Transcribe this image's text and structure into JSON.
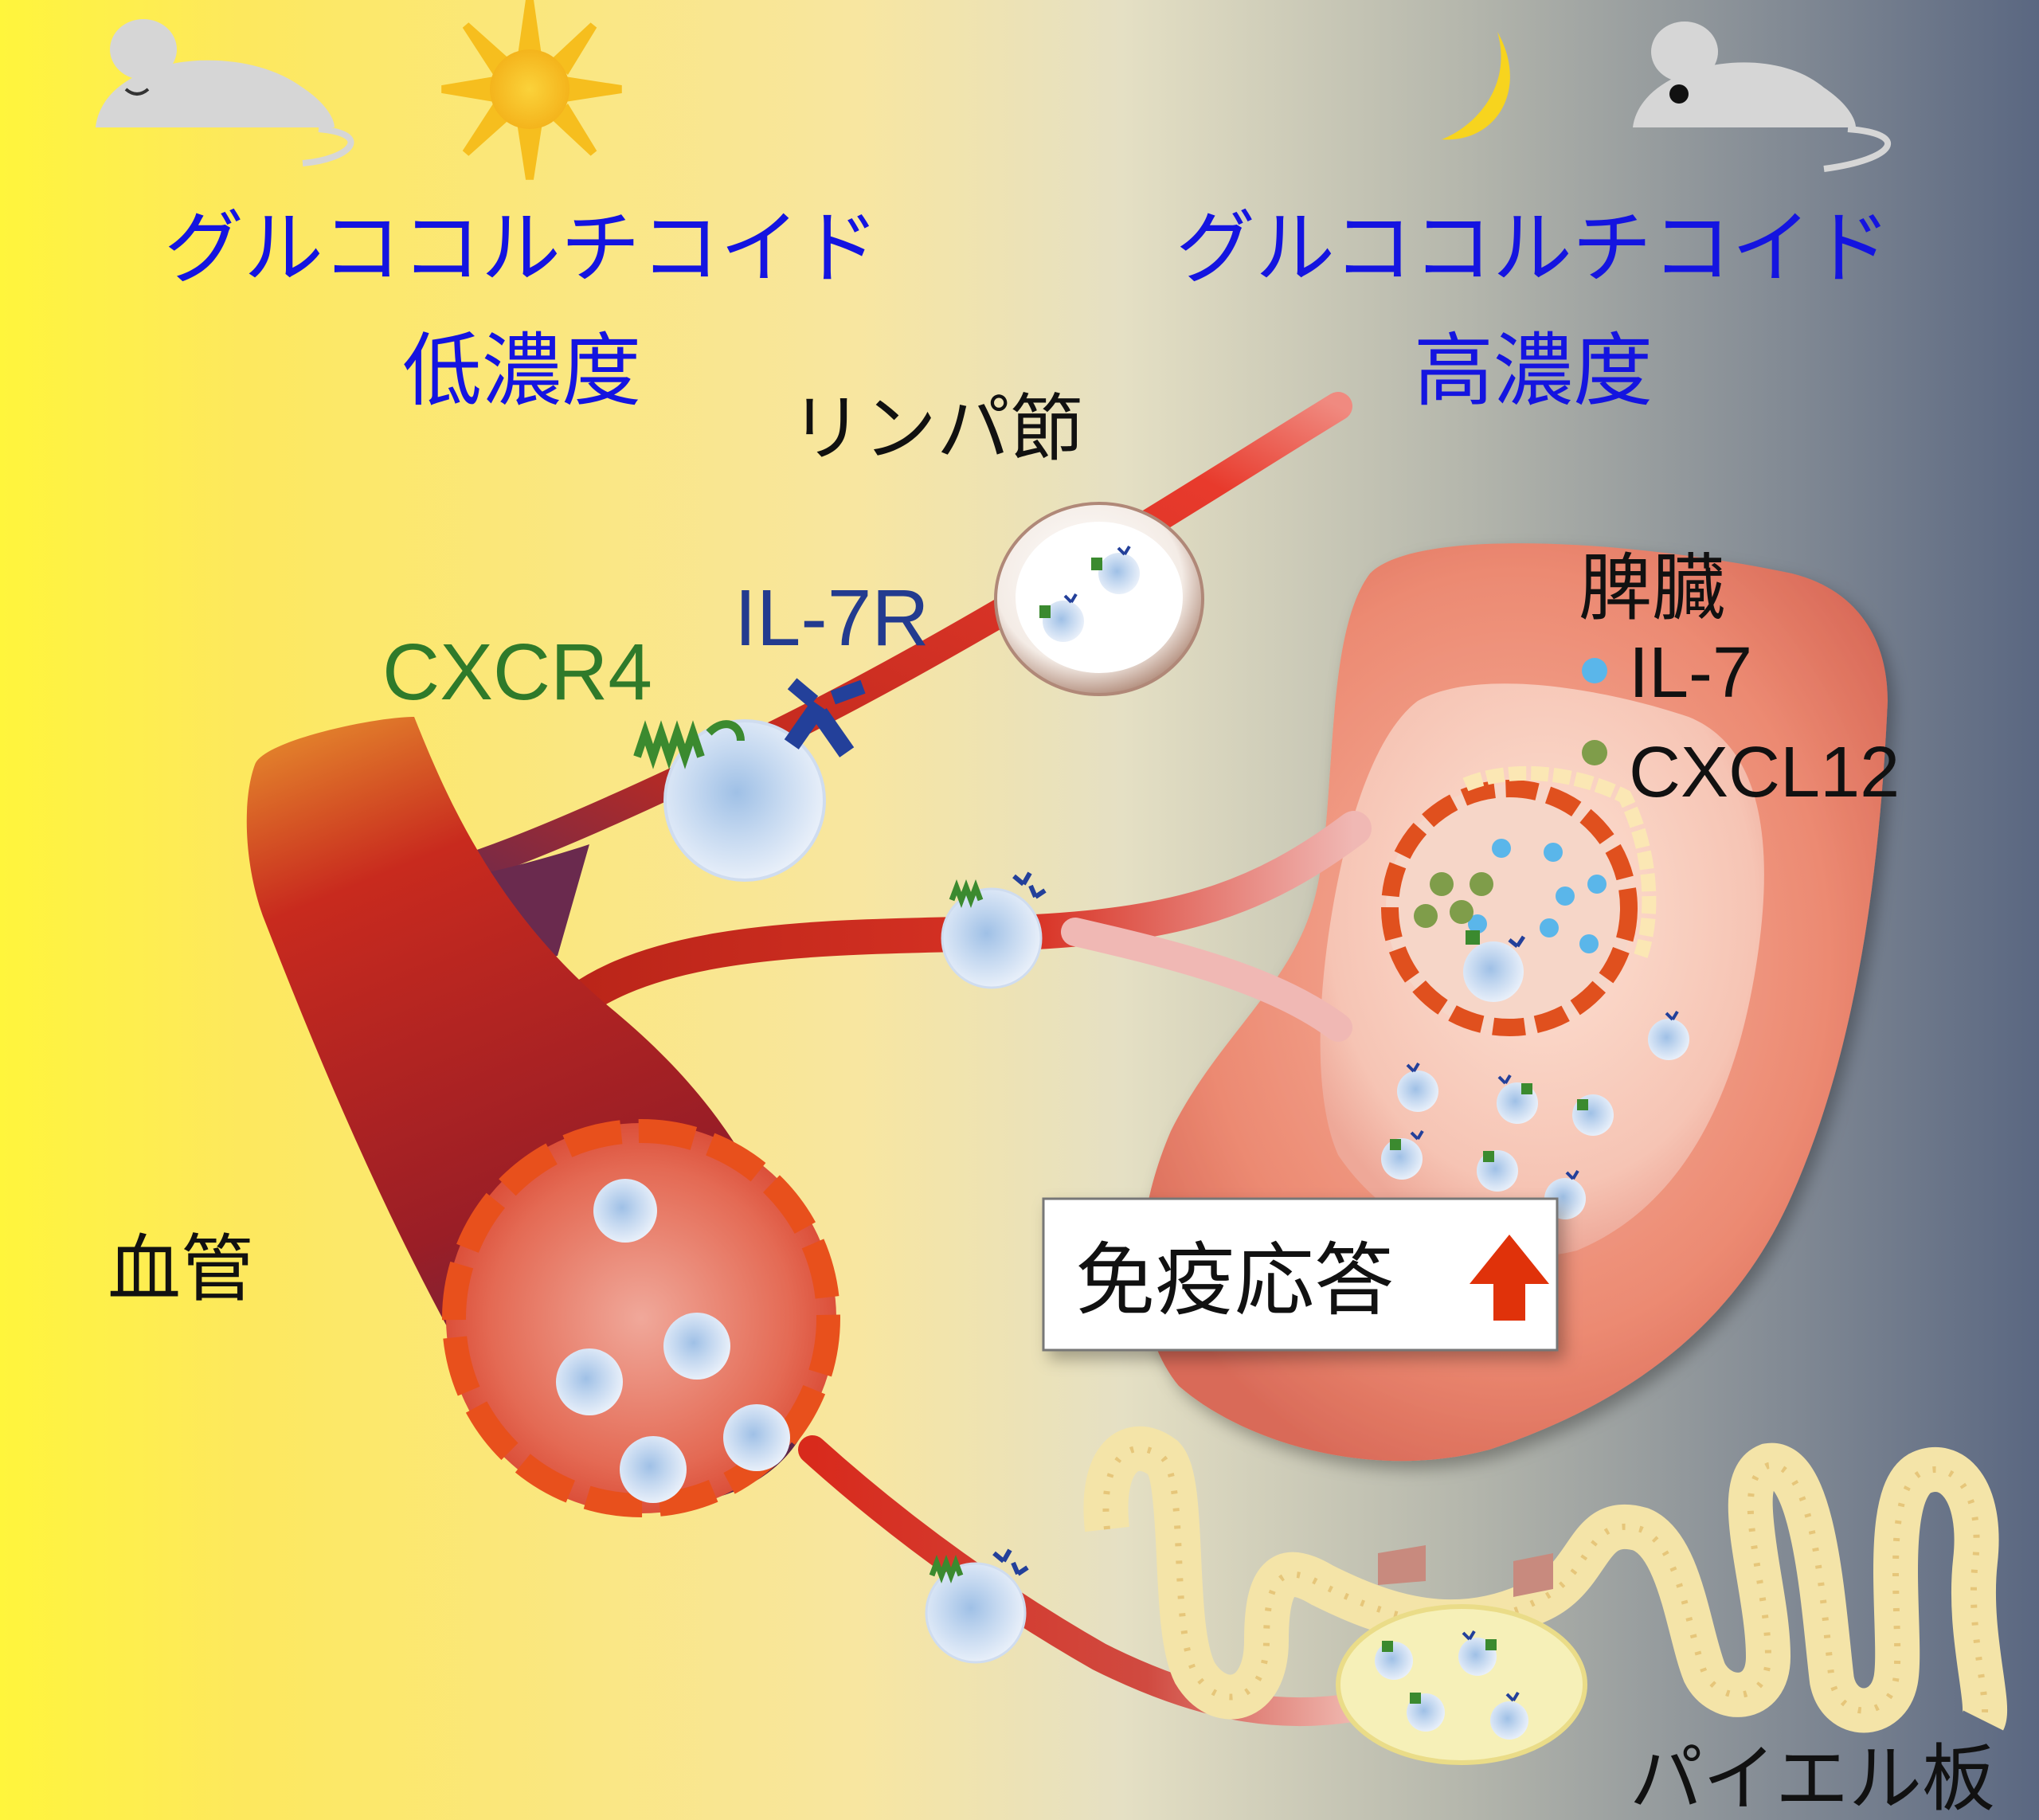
{
  "colors": {
    "day": "#fff23a",
    "night": "#5c6a82",
    "heading": "#1414e0",
    "vessel": "#c0281c",
    "cxcr4": "#3b8a2f",
    "il7r": "#23409a",
    "il7_dot": "#5ab6ea",
    "cxcl12_dot": "#7f9d4a",
    "arrow_up": "#e0320a"
  },
  "icons": [
    "sleeping-mouse-icon",
    "sun-icon",
    "moon-icon",
    "awake-mouse-icon",
    "up-arrow-icon"
  ],
  "day": {
    "heading_line1": "グルココルチコイド",
    "heading_line2": "低濃度"
  },
  "night": {
    "heading_line1": "グルココルチコイド",
    "heading_line2": "高濃度"
  },
  "labels": {
    "lymph_node": "リンパ節",
    "spleen": "脾臓",
    "blood_vessel": "血管",
    "peyers_patch": "パイエル板",
    "cxcr4": "CXCR4",
    "il7r": "IL-7R"
  },
  "legend": {
    "il7": "IL-7",
    "cxcl12": "CXCL12"
  },
  "immune_response": {
    "label": "免疫応答"
  }
}
